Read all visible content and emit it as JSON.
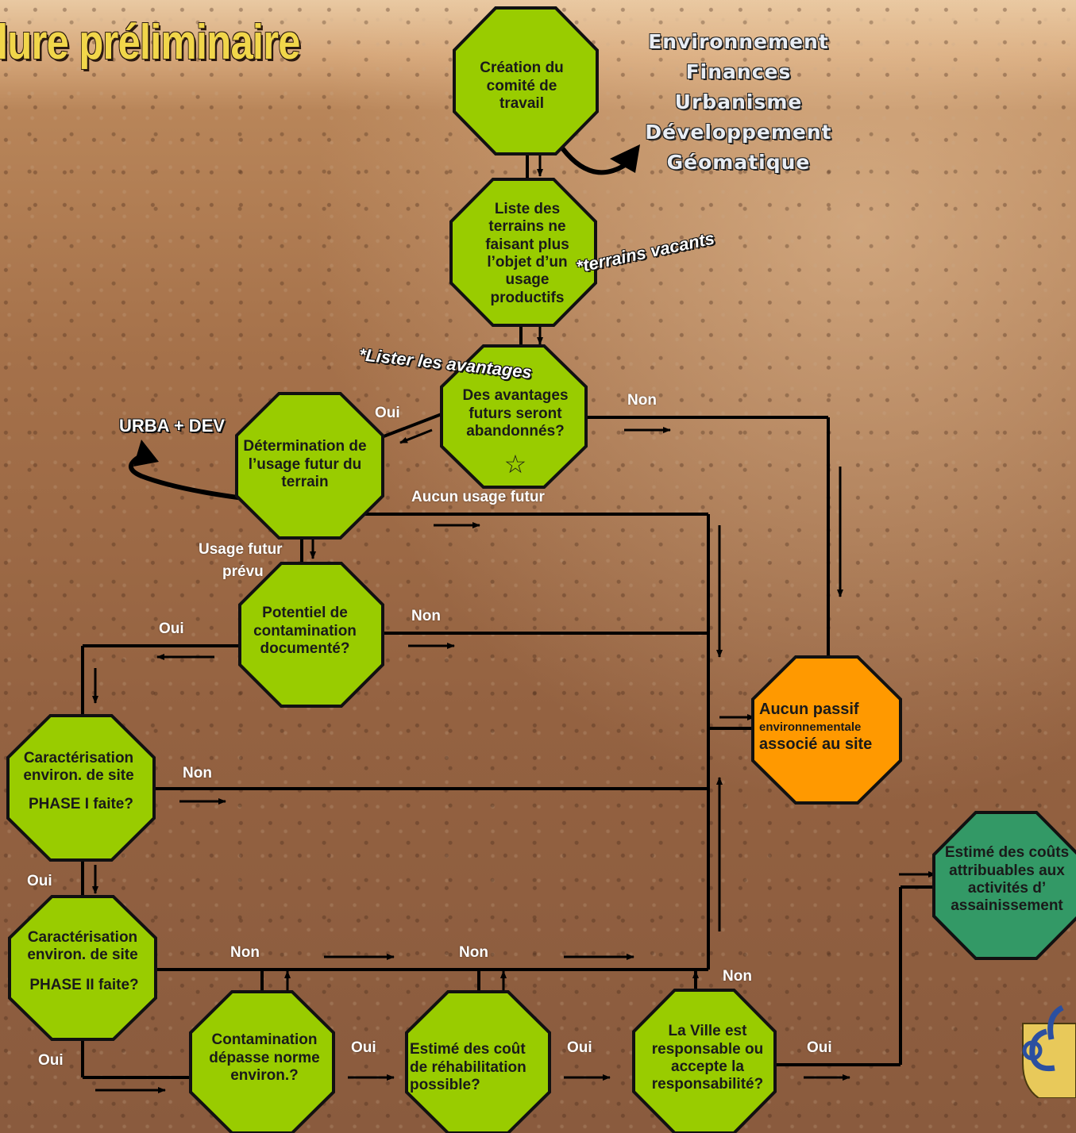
{
  "title": "lure préliminaire",
  "departments": [
    "Environnement",
    "Finances",
    "Urbanisme",
    "Développement",
    "Géomatique"
  ],
  "notes": {
    "terrains_vacants": "*terrains vacants",
    "lister_avantages": "*Lister les avantages",
    "urba_dev": "URBA + DEV"
  },
  "nodes": {
    "creation": "Création du comité de travail",
    "liste": "Liste des terrains ne faisant plus l’objet d’un usage productifs",
    "avantages": "Des avantages futurs seront abandonnés?",
    "star": "☆",
    "determination": "Détermination de l’usage futur du terrain",
    "potentiel": "Potentiel de contamination documenté?",
    "phase1_line1": "Caractérisation environ. de site",
    "phase1_line2": "PHASE I faite?",
    "phase2_line1": "Caractérisation environ. de site",
    "phase2_line2": "PHASE II faite?",
    "contamination": "Contamination dépasse norme environ.?",
    "rehab": "Estimé des coût de réhabilitation possible?",
    "ville": "La Ville est responsable ou accepte la responsabilité?",
    "aucun_line1": "Aucun passif",
    "aucun_line2": "environnementale",
    "aucun_line3": "associé au site",
    "estime": "Estimé des coûts attribuables aux activités d’ assainissement"
  },
  "labels": {
    "oui_avantages": "Oui",
    "non_avantages": "Non",
    "aucun_usage": "Aucun usage futur",
    "usage_prevu_1": "Usage futur",
    "usage_prevu_2": "prévu",
    "oui_potentiel": "Oui",
    "non_potentiel": "Non",
    "non_phase1": "Non",
    "oui_phase1": "Oui",
    "non_phase2": "Non",
    "oui_phase2": "Oui",
    "non_rehab": "Non",
    "oui_contamination": "Oui",
    "oui_rehab": "Oui",
    "non_ville": "Non",
    "oui_ville": "Oui"
  },
  "colors": {
    "node_green": "#99cc00",
    "node_orange": "#ff9900",
    "node_teal": "#339966",
    "outline": "#111111",
    "title": "#f1d64a"
  }
}
